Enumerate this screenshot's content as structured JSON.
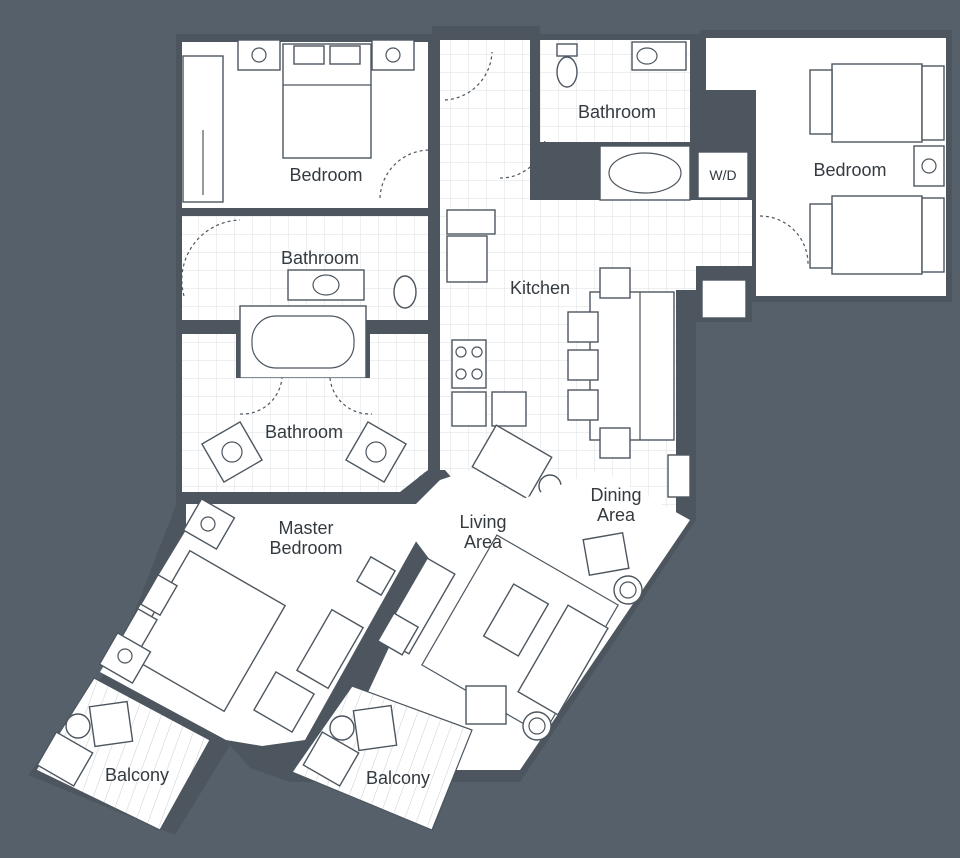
{
  "colors": {
    "background": "#56606a",
    "floor": "#ffffff",
    "wall": "#4d565f",
    "tile_grid": "#d9dcdf",
    "label": "#333a40"
  },
  "rooms": {
    "bedroom_top_left": "Bedroom",
    "bathroom_top_right": "Bathroom",
    "bedroom_right": "Bedroom",
    "washer_dryer": "W/D",
    "bathroom_upper_left": "Bathroom",
    "kitchen": "Kitchen",
    "bathroom_lower_left": "Bathroom",
    "master_bedroom_line1": "Master",
    "master_bedroom_line2": "Bedroom",
    "living_area_line1": "Living",
    "living_area_line2": "Area",
    "dining_area_line1": "Dining",
    "dining_area_line2": "Area",
    "balcony_left": "Balcony",
    "balcony_right": "Balcony"
  }
}
